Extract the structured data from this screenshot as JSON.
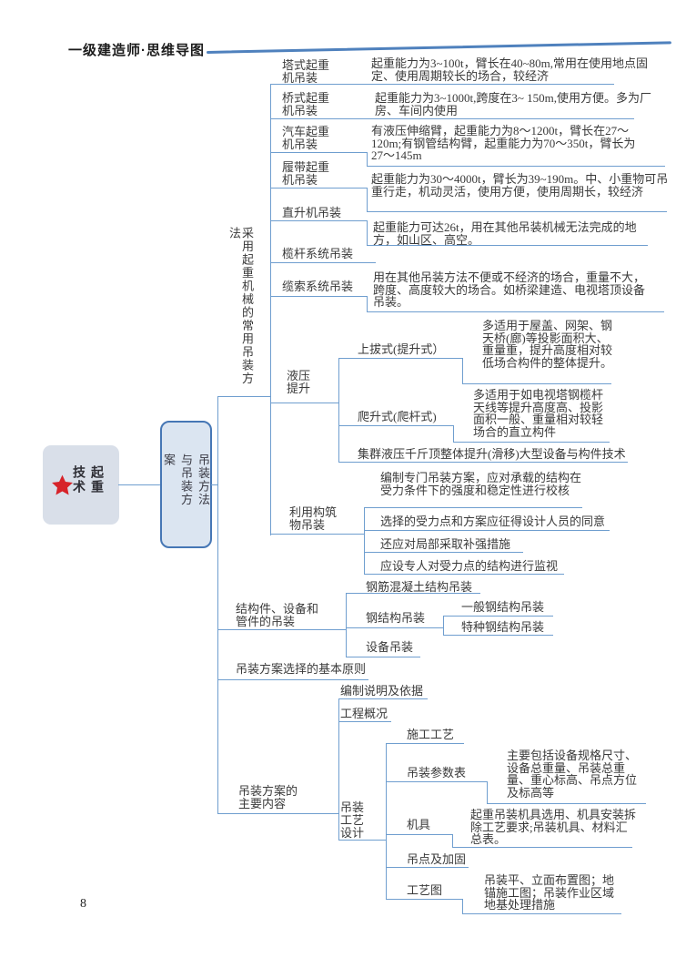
{
  "header": {
    "title": "一级建造师·思维导图"
  },
  "footer": {
    "page_number": "8"
  },
  "root": {
    "label": "起重技术"
  },
  "main_topic": {
    "label": "吊装方法与吊装方案"
  },
  "colors": {
    "connector": "#6f9ecf",
    "node_border": "#4677b5",
    "node_fill": "#dbe5f1",
    "root_fill": "#d9dfe9",
    "star": "#d7232a",
    "header_line": "#4f81bd"
  },
  "methods": {
    "label": "采用起重机械的常用吊装方法",
    "tower": {
      "label": "塔式起重机吊装",
      "desc": "起重能力为3~100t，臂长在40~80m,常用在使用地点固定、使用周期较长的场合，较经济"
    },
    "bridge": {
      "label": "桥式起重机吊装",
      "desc": "起重能力为3~1000t,跨度在3~ 150m,使用方便。多为厂房、车间内使用"
    },
    "truck": {
      "label": "汽车起重机吊装",
      "desc": "有液压伸缩臂，起重能力为8～1200t，臂长在27～120m;有钢管结构臂，起重能力为70～350t，臂长为27～145m"
    },
    "crawler": {
      "label": "履带起重机吊装",
      "desc": "起重能力为30～4000t，臂长为39~190m。中、小重物可吊重行走，机动灵活，使用方便，使用周期长，较经济"
    },
    "helicopter": {
      "label": "直升机吊装",
      "desc": "起重能力可达26t，用在其他吊装机械无法完成的地方，如山区、高空。"
    },
    "mast": {
      "label": "榄杆系统吊装"
    },
    "cable": {
      "label": "缆索系统吊装",
      "desc": "用在其他吊装方法不便或不经济的场合，重量不大，跨度、高度较大的场合。如桥梁建造、电视塔顶设备吊装。"
    },
    "hydraulic": {
      "label": "液压提升",
      "lift_up": {
        "label": "上拔式(提升式）",
        "desc": "多适用于屋盖、网架、钢天桥(廊)等投影面积大、重量重，提升高度相对较低场合构件的整体提升。"
      },
      "climb": {
        "label": "爬升式(爬杆式)",
        "desc": "多适用于如电视塔钢榄杆天线等提升高度高、投影面积一般、重量相对较轻场合的直立构件"
      },
      "cluster": {
        "label": "集群液压千斤顶整体提升(滑移)大型设备与构件技术"
      }
    },
    "structure_use": {
      "label": "利用构筑物吊装",
      "item1": {
        "label": "编制专门吊装方案，应对承载的结构在受力条件下的强度和稳定性进行校核"
      },
      "item2": {
        "label": "选择的受力点和方案应征得设计人员的同意"
      },
      "item3": {
        "label": "还应对局部采取补强措施"
      },
      "item4": {
        "label": "应设专人对受力点的结构进行监视"
      }
    }
  },
  "components": {
    "label": "结构件、设备和管件的吊装",
    "concrete": {
      "label": "钢筋混凝土结构吊装"
    },
    "steel": {
      "label": "钢结构吊装",
      "general": {
        "label": "一般钢结构吊装"
      },
      "special": {
        "label": "特种钢结构吊装"
      }
    },
    "equipment": {
      "label": "设备吊装"
    }
  },
  "principles": {
    "label": "吊装方案选择的基本原则"
  },
  "content": {
    "label": "吊装方案的主要内容",
    "notes": {
      "label": "编制说明及依据"
    },
    "overview": {
      "label": "工程概况"
    },
    "process_design": {
      "label": "吊装工艺设计",
      "construction": {
        "label": "施工工艺"
      },
      "params": {
        "label": "吊装参数表",
        "desc": "主要包括设备规格尺寸、设备总重量、吊装总重量、重心标高、吊点方位及标高等"
      },
      "rigging": {
        "label": "机具",
        "desc": "起重吊装机具选用、机具安装拆除工艺要求;吊装机具、材料汇总表。"
      },
      "lift_points": {
        "label": "吊点及加固"
      },
      "diagrams": {
        "label": "工艺图",
        "desc": "吊装平、立面布置图；地锚施工图；吊装作业区域地基处理措施"
      }
    }
  }
}
